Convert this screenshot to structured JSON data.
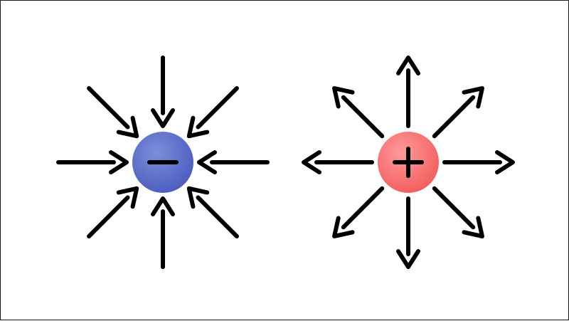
{
  "charges": [
    {
      "sign": "negative",
      "symbol": "minus",
      "field_direction": "inward",
      "fill_colors": [
        "#7d8fd9",
        "#4a5bbf"
      ],
      "arrow_count": 8
    },
    {
      "sign": "positive",
      "symbol": "plus",
      "field_direction": "outward",
      "fill_colors": [
        "#ff9b9b",
        "#f25c5c"
      ],
      "arrow_count": 8
    }
  ],
  "arrow_color": "#000000",
  "background_color": "#ffffff",
  "border_color": "#1a1a1a"
}
